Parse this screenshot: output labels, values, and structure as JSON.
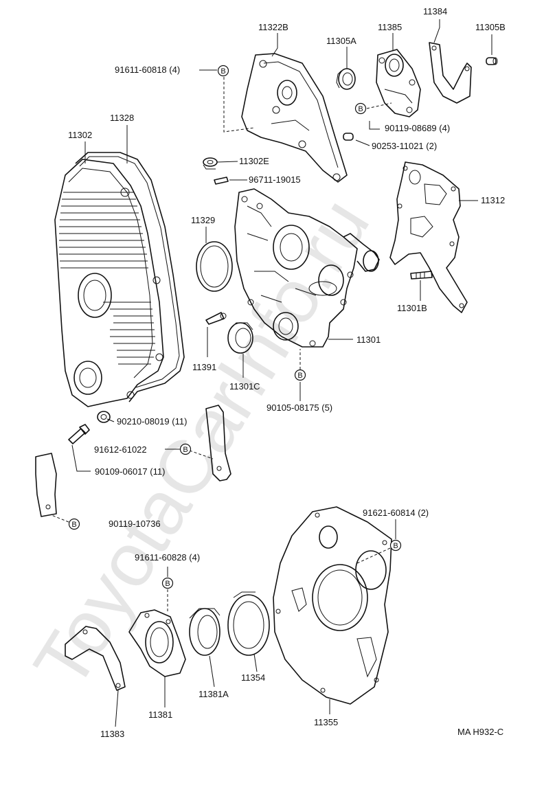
{
  "watermark": "ToyotaCarInfo.ru",
  "bolt_marker": "B",
  "figure_code": "MA H932-C",
  "labels": {
    "p11384": "11384",
    "p11305B": "11305B",
    "p11322B": "11322B",
    "p11385": "11385",
    "p11305A": "11305A",
    "p91611_60818": "91611-60818 (4)",
    "p11328": "11328",
    "p11302": "11302",
    "p90119_08689": "90119-08689 (4)",
    "p90253_11021": "90253-11021 (2)",
    "p11302E": "11302E",
    "p96711_19015": "96711-19015",
    "p11312": "11312",
    "p11329": "11329",
    "p11301B": "11301B",
    "p11301": "11301",
    "p11391": "11391",
    "p11301C": "11301C",
    "p90105_08175": "90105-08175 (5)",
    "p90210_08019": "90210-08019 (11)",
    "p91612_61022": "91612-61022",
    "p90109_06017": "90109-06017 (11)",
    "p90119_10736": "90119-10736",
    "p91621_60814": "91621-60814 (2)",
    "p91611_60828": "91611-60828 (4)",
    "p11354": "11354",
    "p11381A": "11381A",
    "p11381": "11381",
    "p11383": "11383",
    "p11355": "11355"
  }
}
